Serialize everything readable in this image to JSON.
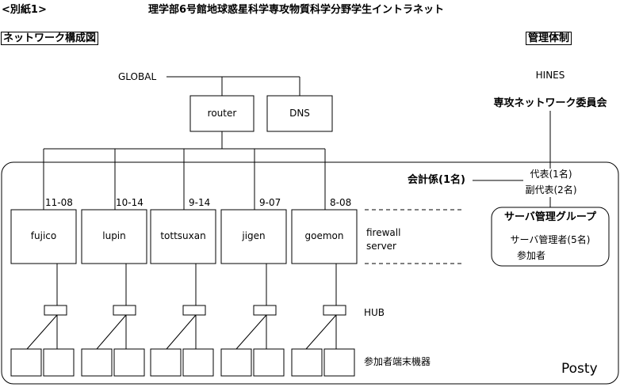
{
  "header": {
    "attachment": "<別紙1>",
    "title": "理学部6号館地球惑星科学専攻物質科学分野学生イントラネット"
  },
  "sections": {
    "network": "ネットワーク構成図",
    "management": "管理体制"
  },
  "network": {
    "global": "GLOBAL",
    "router": "router",
    "dns": "DNS",
    "servers": [
      {
        "id": "11-08",
        "name": "fujico"
      },
      {
        "id": "10-14",
        "name": "lupin"
      },
      {
        "id": "9-14",
        "name": "tottsuxan"
      },
      {
        "id": "9-07",
        "name": "jigen"
      },
      {
        "id": "8-08",
        "name": "goemon"
      }
    ],
    "firewall_line1": "firewall",
    "firewall_line2": "server",
    "hub": "HUB",
    "terminals": "参加者端末機器",
    "footer": "Posty"
  },
  "management": {
    "hines": "HINES",
    "committee": "専攻ネットワーク委員会",
    "accountant": "会計係(1名)",
    "rep": "代表(1名)",
    "vice_rep": "副代表(2名)",
    "group_title": "サーバ管理グループ",
    "admins": "サーバ管理者(5名)",
    "participants": "参加者"
  }
}
